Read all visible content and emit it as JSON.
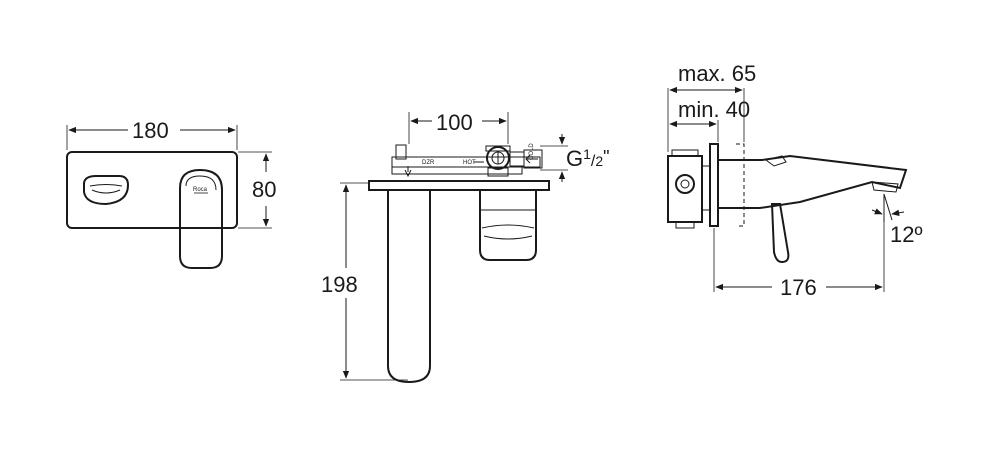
{
  "front_view": {
    "width_label": "180",
    "height_label": "80",
    "logo_text": "Roca"
  },
  "top_view": {
    "spacing_label": "100",
    "spout_length_label": "198",
    "connection_prefix": "G",
    "connection_sup": "1",
    "connection_sub": "2",
    "connection_suffix": "\"",
    "cold_label": "DZR",
    "hot_label": "HOT",
    "cold_side_label": "COLD"
  },
  "side_view": {
    "max_label": "max. 65",
    "min_label": "min. 40",
    "projection_label": "176",
    "angle_label": "12º"
  }
}
